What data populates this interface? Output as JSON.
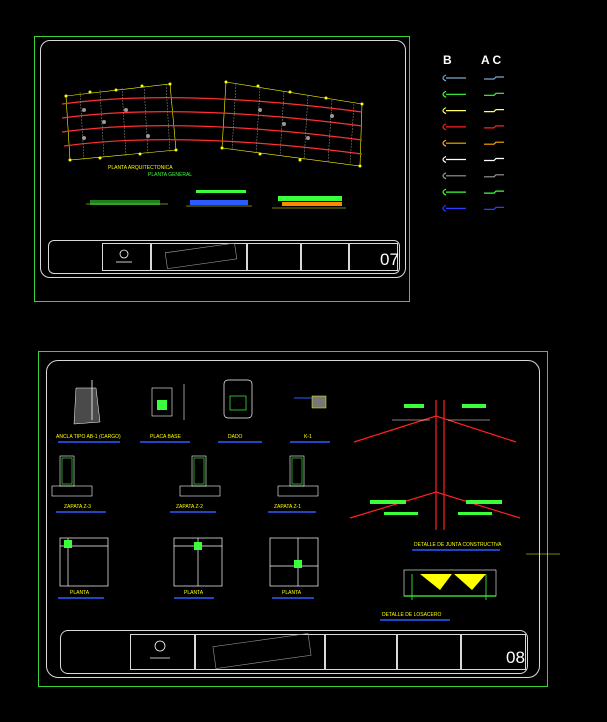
{
  "legend": {
    "col_b": "B",
    "col_ac": "A C",
    "colors": [
      "#7fa7c9",
      "#3cff3c",
      "#ffff66",
      "#ff2020",
      "#ffaa00",
      "#ffffff",
      "#9a9a9a",
      "#3cff3c",
      "#2a3cff"
    ]
  },
  "sheet1": {
    "number": "07",
    "plan_title": "PLANTA ARQUITECTONICA",
    "plan_subtitle": "PLANTA GENERAL"
  },
  "sheet2": {
    "number": "08",
    "detail_titles": [
      "ANCLA TIPO AB-1 (CARGO)",
      "PLACA BASE",
      "DADO",
      "K-1"
    ],
    "zapata_titles": [
      "ZAPATA Z-3",
      "ZAPATA Z-2",
      "ZAPATA Z-1"
    ],
    "planta_titles": [
      "PLANTA",
      "PLANTA",
      "PLANTA"
    ],
    "detail_right_1": "DETALLE DE JUNTA CONSTRUCTIVA",
    "detail_right_2": "DETALLE DE LOSACERO"
  }
}
